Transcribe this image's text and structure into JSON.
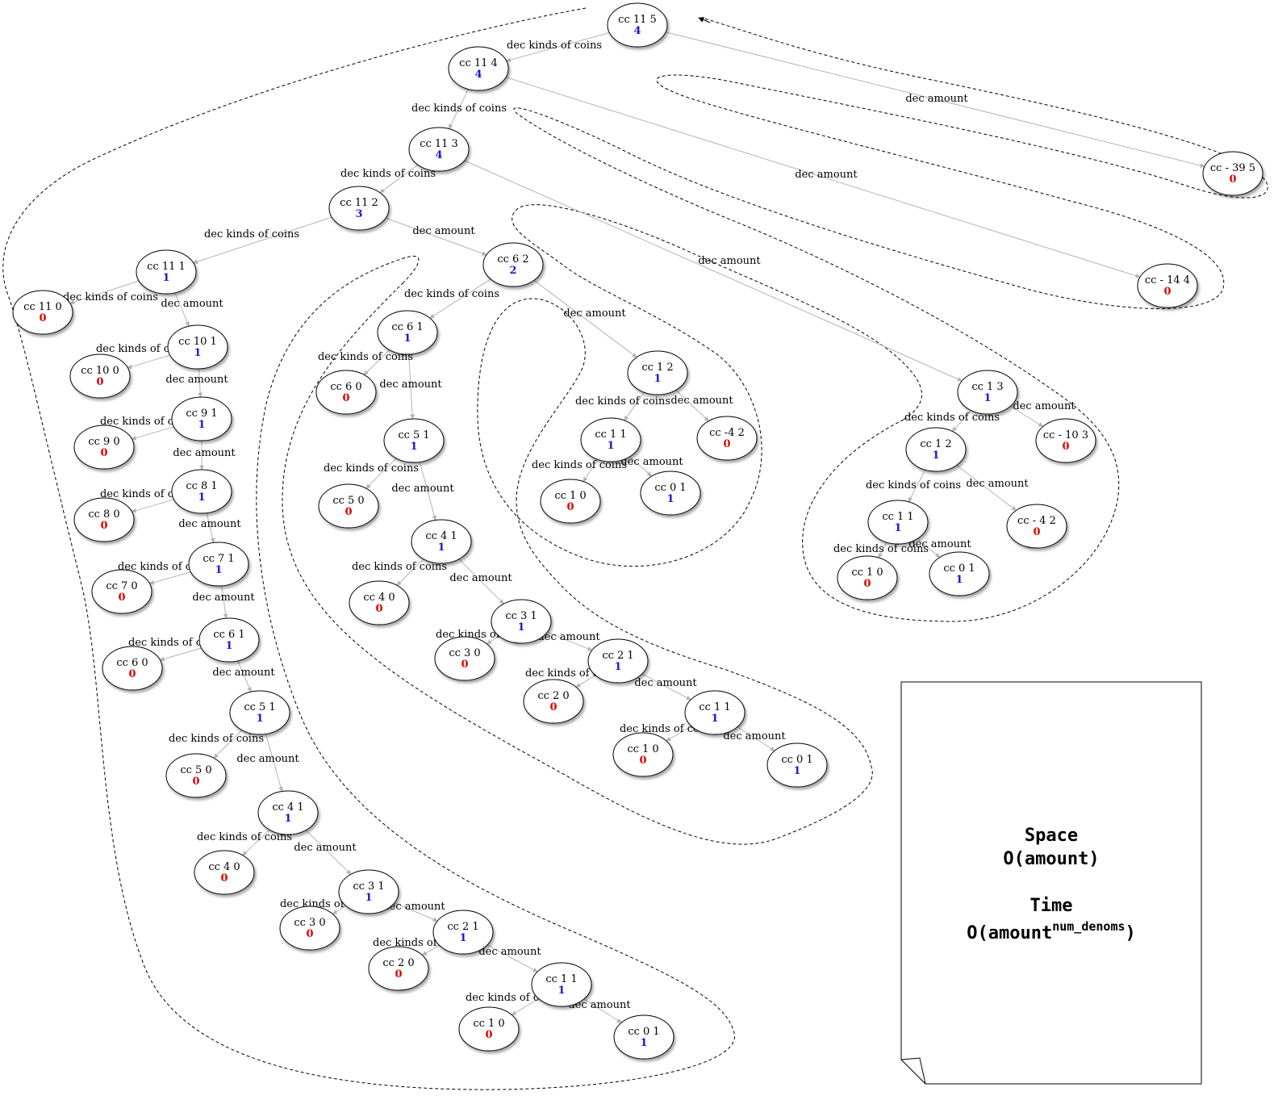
{
  "colors": {
    "positive": "#1a1acc",
    "zero": "#e00000",
    "edge": "#b4b4b4",
    "outline": "#000000"
  },
  "nodes": [
    {
      "id": "n0",
      "label": "cc 11 5",
      "value": "4"
    },
    {
      "id": "n1",
      "label": "cc 11 4",
      "value": "4"
    },
    {
      "id": "n2",
      "label": "cc - 39 5",
      "value": "0"
    },
    {
      "id": "n3",
      "label": "cc 11 3",
      "value": "4"
    },
    {
      "id": "n4",
      "label": "cc - 14 4",
      "value": "0"
    },
    {
      "id": "n5",
      "label": "cc 11 2",
      "value": "3"
    },
    {
      "id": "n6",
      "label": "cc 1 3",
      "value": "1"
    },
    {
      "id": "n7",
      "label": "cc 11 1",
      "value": "1"
    },
    {
      "id": "n8",
      "label": "cc 6 2",
      "value": "2"
    },
    {
      "id": "n9",
      "label": "cc 11 0",
      "value": "0"
    },
    {
      "id": "n10",
      "label": "cc 10 1",
      "value": "1"
    },
    {
      "id": "n11",
      "label": "cc 10 0",
      "value": "0"
    },
    {
      "id": "n12",
      "label": "cc 9 1",
      "value": "1"
    },
    {
      "id": "n13",
      "label": "cc 9 0",
      "value": "0"
    },
    {
      "id": "n14",
      "label": "cc 8 1",
      "value": "1"
    },
    {
      "id": "n15",
      "label": "cc 8 0",
      "value": "0"
    },
    {
      "id": "n16",
      "label": "cc 7 1",
      "value": "1"
    },
    {
      "id": "n17",
      "label": "cc 7 0",
      "value": "0"
    },
    {
      "id": "n18",
      "label": "cc 6 1",
      "value": "1"
    },
    {
      "id": "n19",
      "label": "cc 6 0",
      "value": "0"
    },
    {
      "id": "n20",
      "label": "cc 5 1",
      "value": "1"
    },
    {
      "id": "n21",
      "label": "cc 5 0",
      "value": "0"
    },
    {
      "id": "n22",
      "label": "cc 4 1",
      "value": "1"
    },
    {
      "id": "n23",
      "label": "cc 4 0",
      "value": "0"
    },
    {
      "id": "n24",
      "label": "cc 3 1",
      "value": "1"
    },
    {
      "id": "n25",
      "label": "cc 3 0",
      "value": "0"
    },
    {
      "id": "n26",
      "label": "cc 2 1",
      "value": "1"
    },
    {
      "id": "n27",
      "label": "cc 2 0",
      "value": "0"
    },
    {
      "id": "n28",
      "label": "cc 1 1",
      "value": "1"
    },
    {
      "id": "n29",
      "label": "cc 1 0",
      "value": "0"
    },
    {
      "id": "n30",
      "label": "cc 0 1",
      "value": "1"
    },
    {
      "id": "n31",
      "label": "cc 6 1",
      "value": "1"
    },
    {
      "id": "n32",
      "label": "cc 1 2",
      "value": "1"
    },
    {
      "id": "n33",
      "label": "cc 6 0",
      "value": "0"
    },
    {
      "id": "n34",
      "label": "cc 5 1",
      "value": "1"
    },
    {
      "id": "n35",
      "label": "cc 5 0",
      "value": "0"
    },
    {
      "id": "n36",
      "label": "cc 4 1",
      "value": "1"
    },
    {
      "id": "n37",
      "label": "cc 4 0",
      "value": "0"
    },
    {
      "id": "n38",
      "label": "cc 3 1",
      "value": "1"
    },
    {
      "id": "n39",
      "label": "cc 3 0",
      "value": "0"
    },
    {
      "id": "n40",
      "label": "cc 2 1",
      "value": "1"
    },
    {
      "id": "n41",
      "label": "cc 2 0",
      "value": "0"
    },
    {
      "id": "n42",
      "label": "cc 1 1",
      "value": "1"
    },
    {
      "id": "n43",
      "label": "cc 1 0",
      "value": "0"
    },
    {
      "id": "n44",
      "label": "cc 0 1",
      "value": "1"
    },
    {
      "id": "n45",
      "label": "cc 1 1",
      "value": "1"
    },
    {
      "id": "n46",
      "label": "cc -4 2",
      "value": "0"
    },
    {
      "id": "n47",
      "label": "cc 1 0",
      "value": "0"
    },
    {
      "id": "n48",
      "label": "cc 0 1",
      "value": "1"
    },
    {
      "id": "n49",
      "label": "cc 1 2",
      "value": "1"
    },
    {
      "id": "n50",
      "label": "cc - 10 3",
      "value": "0"
    },
    {
      "id": "n51",
      "label": "cc 1 1",
      "value": "1"
    },
    {
      "id": "n52",
      "label": "cc - 4 2",
      "value": "0"
    },
    {
      "id": "n53",
      "label": "cc 1 0",
      "value": "0"
    },
    {
      "id": "n54",
      "label": "cc 0 1",
      "value": "1"
    }
  ],
  "edges": [
    {
      "from": "n0",
      "to": "n1",
      "label": "dec kinds of coins"
    },
    {
      "from": "n0",
      "to": "n2",
      "label": "dec amount"
    },
    {
      "from": "n1",
      "to": "n3",
      "label": "dec kinds of coins"
    },
    {
      "from": "n1",
      "to": "n4",
      "label": "dec amount"
    },
    {
      "from": "n3",
      "to": "n5",
      "label": "dec kinds of coins"
    },
    {
      "from": "n3",
      "to": "n6",
      "label": "dec amount"
    },
    {
      "from": "n5",
      "to": "n7",
      "label": "dec kinds of coins"
    },
    {
      "from": "n5",
      "to": "n8",
      "label": "dec amount"
    },
    {
      "from": "n7",
      "to": "n9",
      "label": "dec kinds of coins"
    },
    {
      "from": "n7",
      "to": "n10",
      "label": "dec amount"
    },
    {
      "from": "n10",
      "to": "n11",
      "label": "dec kinds of coins"
    },
    {
      "from": "n10",
      "to": "n12",
      "label": "dec amount"
    },
    {
      "from": "n12",
      "to": "n13",
      "label": "dec kinds of coins"
    },
    {
      "from": "n12",
      "to": "n14",
      "label": "dec amount"
    },
    {
      "from": "n14",
      "to": "n15",
      "label": "dec kinds of coins"
    },
    {
      "from": "n14",
      "to": "n16",
      "label": "dec amount"
    },
    {
      "from": "n16",
      "to": "n17",
      "label": "dec kinds of coins"
    },
    {
      "from": "n16",
      "to": "n18",
      "label": "dec amount"
    },
    {
      "from": "n18",
      "to": "n19",
      "label": "dec kinds of coins"
    },
    {
      "from": "n18",
      "to": "n20",
      "label": "dec amount"
    },
    {
      "from": "n20",
      "to": "n21",
      "label": "dec kinds of coins"
    },
    {
      "from": "n20",
      "to": "n22",
      "label": "dec amount"
    },
    {
      "from": "n22",
      "to": "n23",
      "label": "dec kinds of coins"
    },
    {
      "from": "n22",
      "to": "n24",
      "label": "dec amount"
    },
    {
      "from": "n24",
      "to": "n25",
      "label": "dec kinds of coins"
    },
    {
      "from": "n24",
      "to": "n26",
      "label": "dec amount"
    },
    {
      "from": "n26",
      "to": "n27",
      "label": "dec kinds of coins"
    },
    {
      "from": "n26",
      "to": "n28",
      "label": "dec amount"
    },
    {
      "from": "n28",
      "to": "n29",
      "label": "dec kinds of coins"
    },
    {
      "from": "n28",
      "to": "n30",
      "label": "dec amount"
    },
    {
      "from": "n8",
      "to": "n31",
      "label": "dec kinds of coins"
    },
    {
      "from": "n8",
      "to": "n32",
      "label": "dec amount"
    },
    {
      "from": "n31",
      "to": "n33",
      "label": "dec kinds of coins"
    },
    {
      "from": "n31",
      "to": "n34",
      "label": "dec amount"
    },
    {
      "from": "n34",
      "to": "n35",
      "label": "dec kinds of coins"
    },
    {
      "from": "n34",
      "to": "n36",
      "label": "dec amount"
    },
    {
      "from": "n36",
      "to": "n37",
      "label": "dec kinds of coins"
    },
    {
      "from": "n36",
      "to": "n38",
      "label": "dec amount"
    },
    {
      "from": "n38",
      "to": "n39",
      "label": "dec kinds of coins"
    },
    {
      "from": "n38",
      "to": "n40",
      "label": "dec amount"
    },
    {
      "from": "n40",
      "to": "n41",
      "label": "dec kinds of coins"
    },
    {
      "from": "n40",
      "to": "n42",
      "label": "dec amount"
    },
    {
      "from": "n42",
      "to": "n43",
      "label": "dec kinds of coins"
    },
    {
      "from": "n42",
      "to": "n44",
      "label": "dec amount"
    },
    {
      "from": "n32",
      "to": "n45",
      "label": "dec kinds of coins"
    },
    {
      "from": "n32",
      "to": "n46",
      "label": "dec amount"
    },
    {
      "from": "n45",
      "to": "n47",
      "label": "dec kinds of coins"
    },
    {
      "from": "n45",
      "to": "n48",
      "label": "dec amount"
    },
    {
      "from": "n6",
      "to": "n49",
      "label": "dec kinds of coins"
    },
    {
      "from": "n6",
      "to": "n50",
      "label": "dec amount"
    },
    {
      "from": "n49",
      "to": "n51",
      "label": "dec kinds of coins"
    },
    {
      "from": "n49",
      "to": "n52",
      "label": "dec amount"
    },
    {
      "from": "n51",
      "to": "n53",
      "label": "dec kinds of coins"
    },
    {
      "from": "n51",
      "to": "n54",
      "label": "dec amount"
    }
  ],
  "note": {
    "space_title": "Space",
    "space_value": "O(amount)",
    "time_title": "Time",
    "time_base": "O(amount",
    "time_sup": "num_denoms",
    "time_close": ")"
  }
}
